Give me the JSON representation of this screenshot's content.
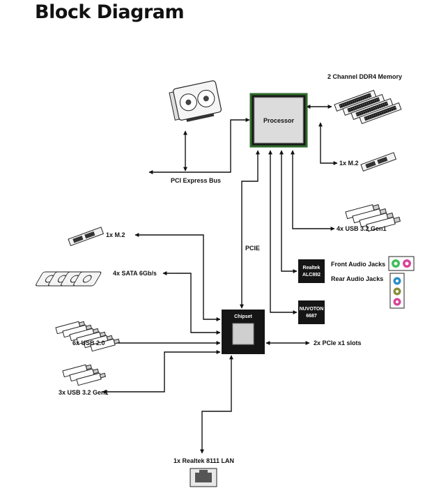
{
  "title": "Block Diagram",
  "nodes": {
    "processor": "Processor",
    "memory": "2 Channel DDR4 Memory",
    "cpu_m2": "1x M.2",
    "cpu_usb": "4x USB 3.2 Gen1",
    "pcie_bus": "PCI Express Bus",
    "pcie_link": "PCIE",
    "audio_chip_line1": "Realtek",
    "audio_chip_line2": "ALC892",
    "front_audio": "Front Audio Jacks",
    "rear_audio": "Rear Audio Jacks",
    "sio_line1": "NUVOTON",
    "sio_line2": "6687",
    "chipset": "Chipset",
    "chipset_m2": "1x M.2",
    "sata": "4x SATA 6Gb/s",
    "usb2": "6x USB 2.0",
    "chipset_usb3": "3x USB 3.2 Gen1",
    "pcie_x1": "2x PCIe x1 slots",
    "lan": "1x Realtek 8111 LAN"
  },
  "colors": {
    "line": "#111111",
    "chip_dark": "#151515",
    "processor_fill": "#dcdcdc",
    "processor_border": "#2e6b2a",
    "jack_green": "#3fbf5a",
    "jack_pink": "#d8449a",
    "jack_blue": "#2a8fc9",
    "jack_yellow": "#d9c33a",
    "jack_orange": "#8a8f3a"
  }
}
